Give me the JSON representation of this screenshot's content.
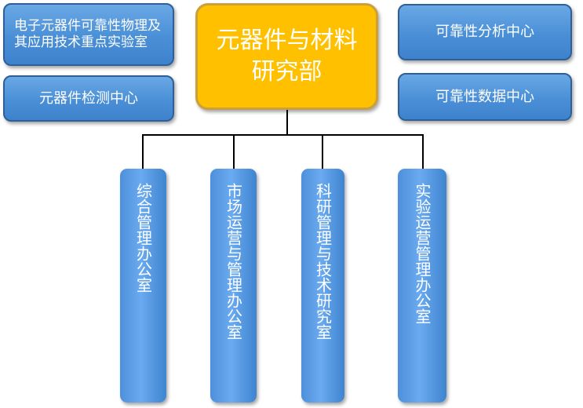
{
  "center": {
    "title": "元器件与材料研究部"
  },
  "left_boxes": {
    "lab": "电子元器件可靠性物理及其应用技术重点实验室",
    "testing_center": "元器件检测中心"
  },
  "right_boxes": {
    "analysis_center": "可靠性分析中心",
    "data_center": "可靠性数据中心"
  },
  "departments": [
    {
      "label": "综合管理办公室"
    },
    {
      "label": "市场运营与管理办公室"
    },
    {
      "label": "科研管理与技术研究室"
    },
    {
      "label": "实验运营管理办公室"
    }
  ],
  "colors": {
    "center_fill": "#ffc000",
    "box_fill": "#4a8fd6",
    "connector": "#000000"
  }
}
